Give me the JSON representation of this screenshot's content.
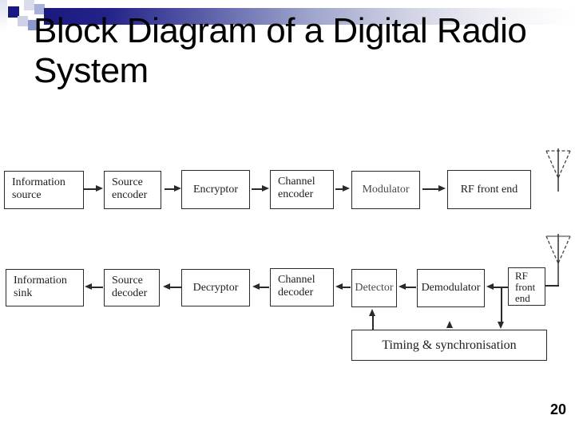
{
  "slide": {
    "title_line1": "Block Diagram of a Digital Radio",
    "title_line2": "System",
    "page_number": "20"
  },
  "diagram": {
    "blocks": {
      "info_source": {
        "line1": "Information",
        "line2": "source"
      },
      "source_encoder": {
        "line1": "Source",
        "line2": "encoder"
      },
      "encryptor": {
        "line1": "Encryptor"
      },
      "channel_encoder": {
        "line1": "Channel",
        "line2": "encoder"
      },
      "modulator": {
        "line1": "Modulator"
      },
      "rf_front_end_tx": {
        "line1": "RF front end"
      },
      "info_sink": {
        "line1": "Information",
        "line2": "sink"
      },
      "source_decoder": {
        "line1": "Source",
        "line2": "decoder"
      },
      "decryptor": {
        "line1": "Decryptor"
      },
      "channel_decoder": {
        "line1": "Channel",
        "line2": "decoder"
      },
      "detector": {
        "line1": "Detector"
      },
      "demodulator": {
        "line1": "Demodulator"
      },
      "rf_front_end_rx": {
        "line1": "RF",
        "line2": "front",
        "line3": "end"
      },
      "timing": {
        "line1": "Timing & synchronisation"
      }
    },
    "icons": {
      "tx_antenna": "antenna",
      "rx_antenna": "antenna"
    }
  },
  "colors": {
    "header_gradient_start": "#191980",
    "title_text": "#000000",
    "diagram_line": "#2a2a2a"
  }
}
